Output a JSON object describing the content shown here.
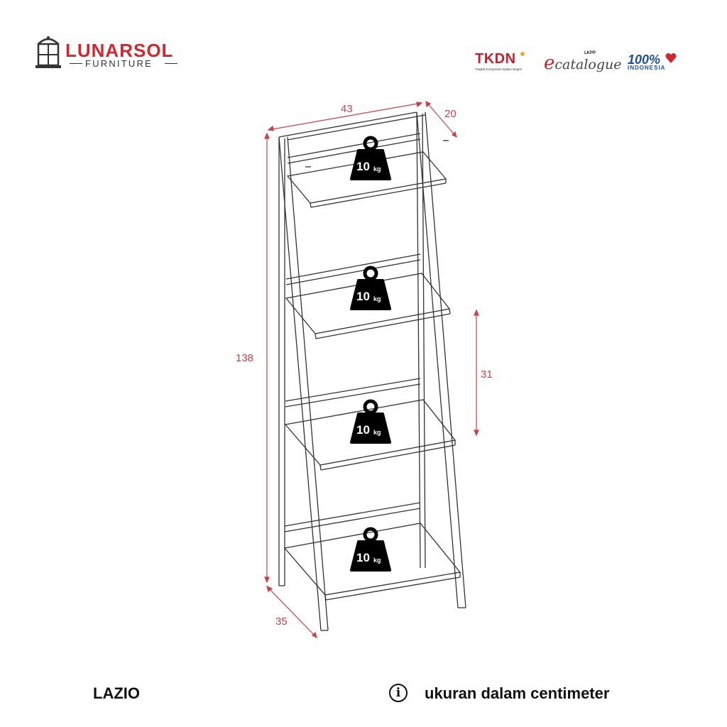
{
  "header": {
    "brand_name": "LUNARSOL",
    "brand_sub": "FURNITURE",
    "badges": {
      "tkdn": "TKDN",
      "tkdn_sub": "Tingkat Komponen Dalam Negeri",
      "ecatalogue_e": "e",
      "ecatalogue_rest": "catalogue",
      "lkpp": "LKPP",
      "indonesia_main": "100%",
      "indonesia_sub": "INDONESIA"
    }
  },
  "dimensions": {
    "width": "43",
    "depth_top": "20",
    "height": "138",
    "shelf_gap": "31",
    "depth_bottom": "35"
  },
  "weights": [
    {
      "value": "10",
      "unit": "kg"
    },
    {
      "value": "10",
      "unit": "kg"
    },
    {
      "value": "10",
      "unit": "kg"
    },
    {
      "value": "10",
      "unit": "kg"
    }
  ],
  "footer": {
    "product_name": "LAZIO",
    "info_symbol": "i",
    "note": "ukuran dalam centimeter"
  },
  "colors": {
    "dimension": "#c9414a",
    "brand_red": "#d0282e",
    "line": "#333333"
  }
}
